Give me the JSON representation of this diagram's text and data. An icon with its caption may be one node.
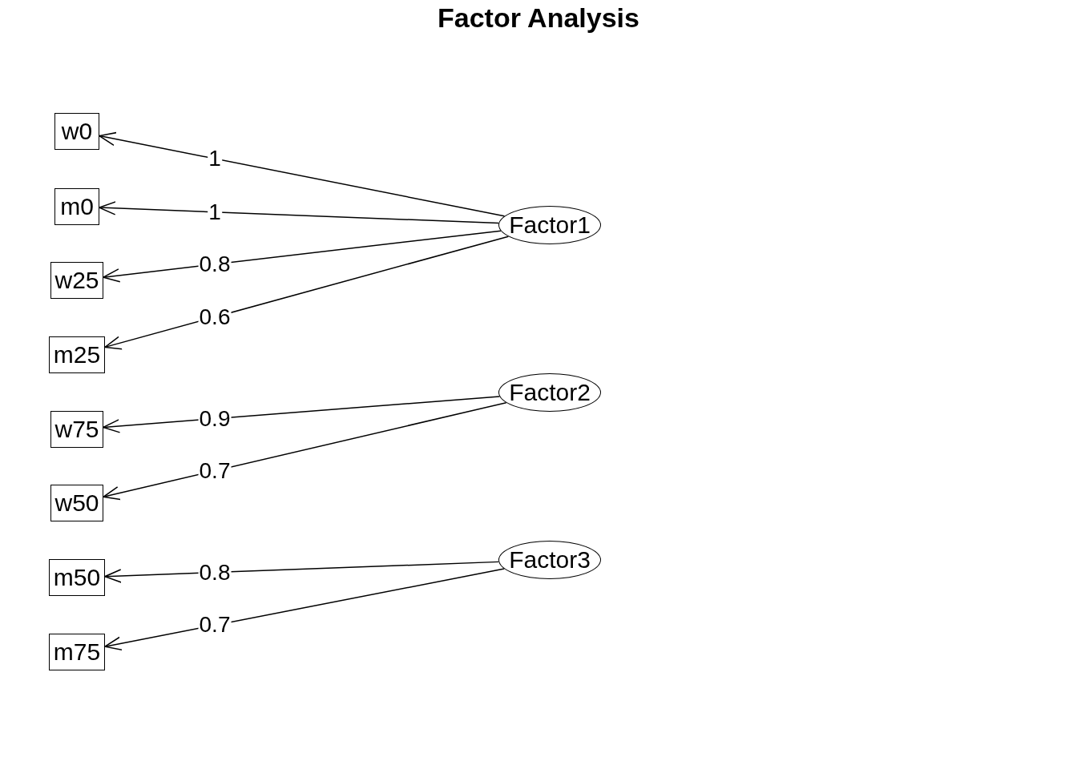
{
  "diagram": {
    "title": "Factor Analysis",
    "nodes": [
      {
        "text": [
          "w0"
        ]
      },
      {
        "text": [
          "m0"
        ]
      },
      {
        "text": [
          "w25"
        ]
      },
      {
        "text": [
          "m25"
        ]
      },
      {
        "text": [
          "w75"
        ]
      },
      {
        "text": [
          "w50"
        ]
      },
      {
        "text": [
          "m50"
        ]
      },
      {
        "text": [
          "m75"
        ]
      },
      {
        "text": [
          "Factor1"
        ]
      },
      {
        "text": [
          "Factor2"
        ]
      },
      {
        "text": [
          "Factor3"
        ]
      }
    ],
    "edges": [
      {
        "from": 8,
        "to": 0,
        "arrow": "to",
        "label": "1"
      },
      {
        "from": 8,
        "to": 1,
        "arrow": "to",
        "label": "1"
      },
      {
        "from": 8,
        "to": 2,
        "arrow": "to",
        "label": "0.8"
      },
      {
        "from": 8,
        "to": 3,
        "arrow": "to",
        "label": "0.6"
      },
      {
        "from": 9,
        "to": 4,
        "arrow": "to",
        "label": "0.9"
      },
      {
        "from": 9,
        "to": 5,
        "arrow": "to",
        "label": "0.7"
      },
      {
        "from": 10,
        "to": 6,
        "arrow": "to",
        "label": "0.8"
      },
      {
        "from": 10,
        "to": 7,
        "arrow": "to",
        "label": "0.7"
      }
    ]
  }
}
